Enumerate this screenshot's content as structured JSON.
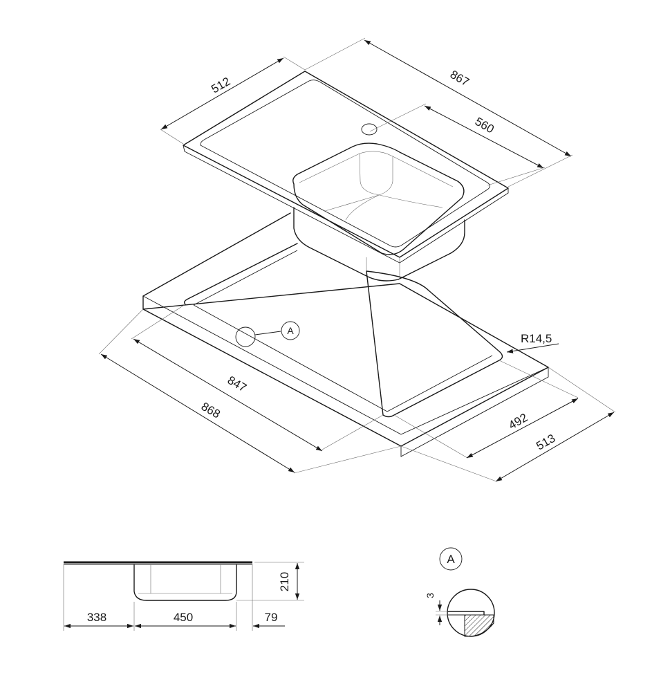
{
  "iso_dimensions": {
    "sink_depth": "512",
    "sink_length": "867",
    "bowl_length": "560",
    "cutout_length_inner": "847",
    "cutout_length_outer": "868",
    "cutout_depth_inner": "492",
    "cutout_depth_outer": "513",
    "corner_radius": "R14,5"
  },
  "detail_callout": "A",
  "side_view": {
    "height": "210",
    "left_offset": "338",
    "bowl_width": "450",
    "right_offset": "79"
  },
  "detail": {
    "label": "A",
    "thickness": "3"
  }
}
